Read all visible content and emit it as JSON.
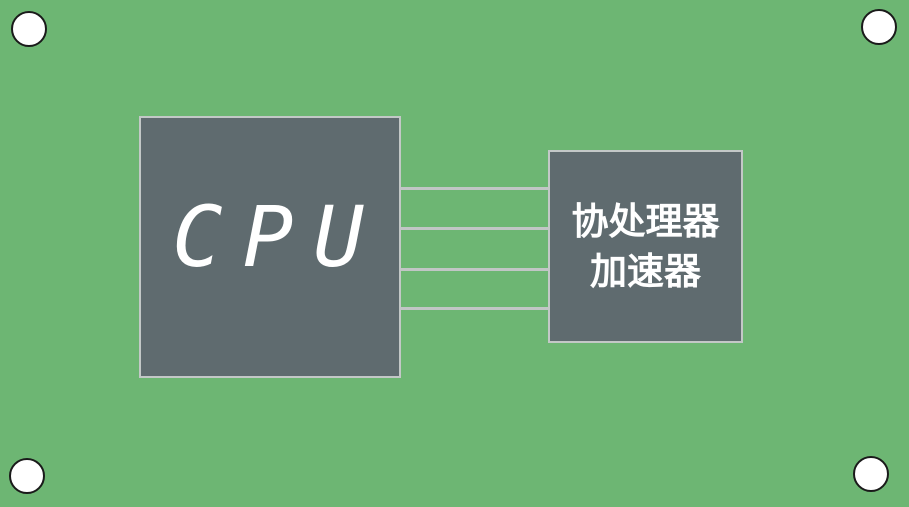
{
  "board": {
    "background_color": "#6db673",
    "hole_color": "#ffffff"
  },
  "cpu": {
    "label": "CPU",
    "fill_color": "#5f6b6f"
  },
  "coprocessor": {
    "line1": "协处理器",
    "line2": "加速器",
    "fill_color": "#5f6b6f"
  },
  "traces": {
    "count": 4,
    "color": "#c1c6c5"
  }
}
